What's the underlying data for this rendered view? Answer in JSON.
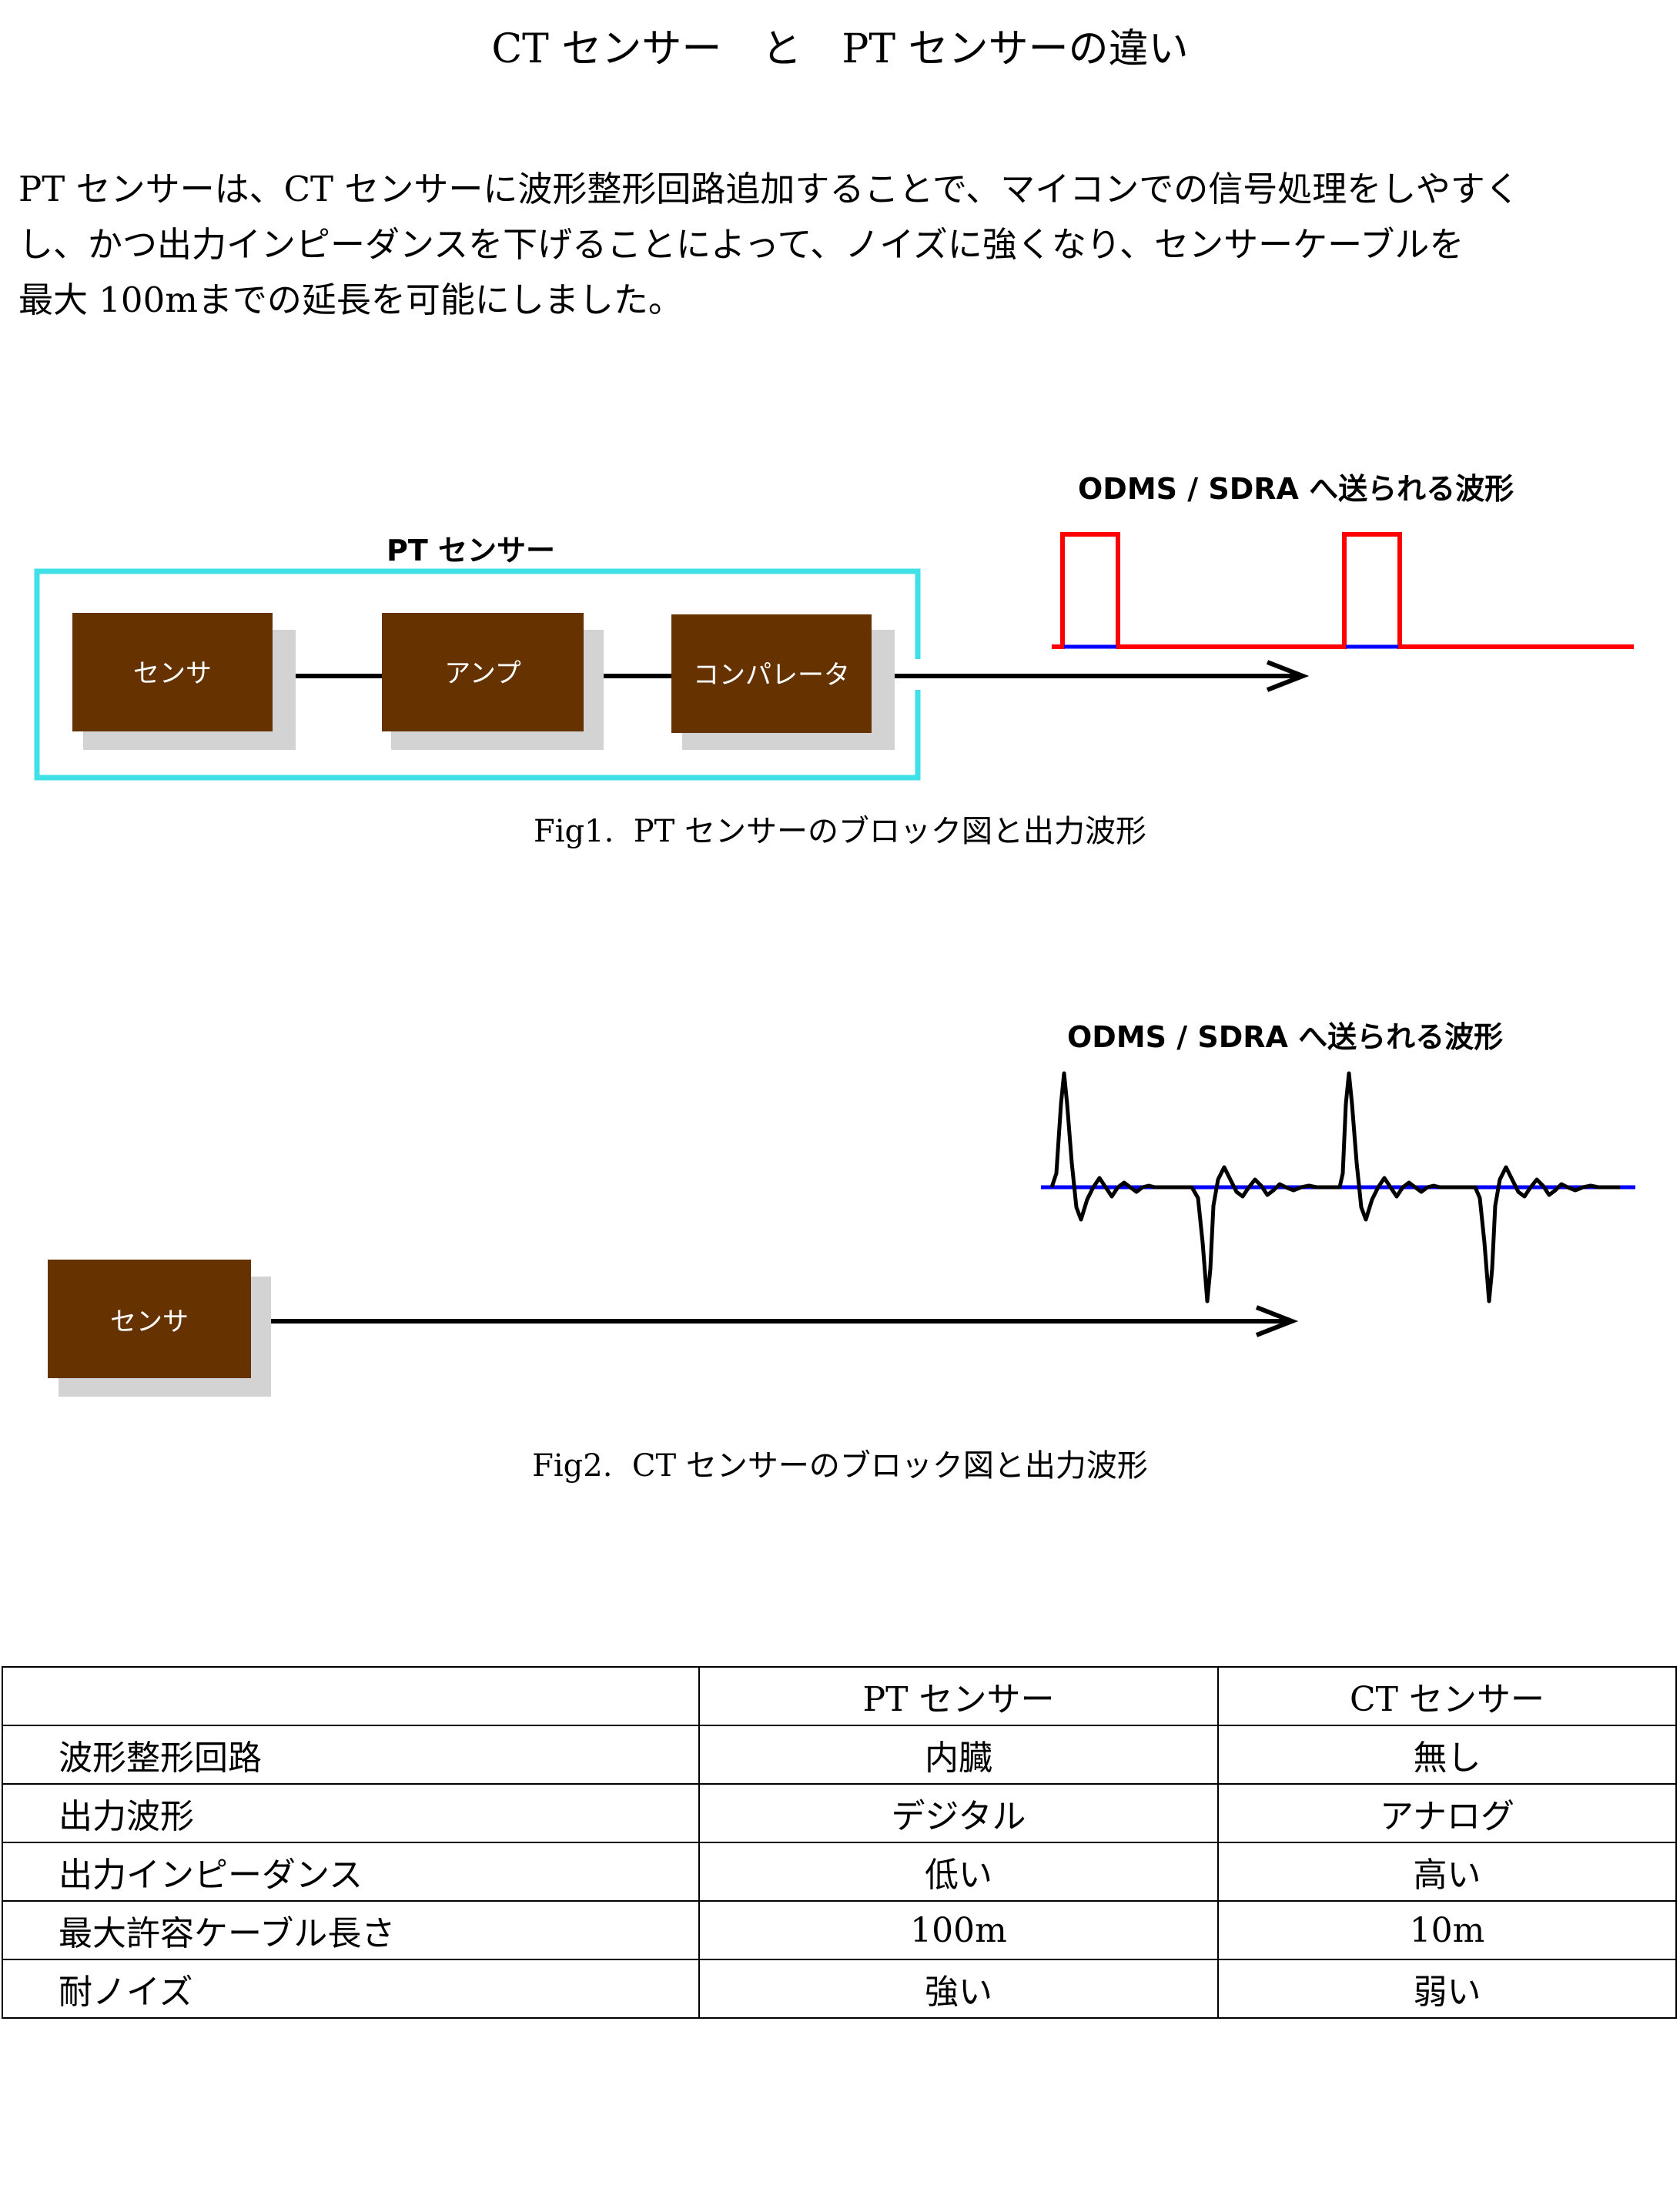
{
  "title": "CT センサー　と　PT センサーの違い",
  "intro": {
    "lines": [
      "PT センサーは、CT センサーに波形整形回路追加することで、マイコンでの信号処理をしやすく",
      "し、かつ出力インピーダンスを下げることによって、ノイズに強くなり、センサーケーブルを",
      "最大 100mまでの延長を可能にしました。"
    ]
  },
  "fig1": {
    "group_label": "PT センサー",
    "blocks": [
      "センサ",
      "アンプ",
      "コンパレータ"
    ],
    "waveform_label": "ODMS / SDRA へ送られる波形",
    "caption": "Fig1.  PT センサーのブロック図と出力波形",
    "colors": {
      "group_border": "#40e0e8",
      "block_fill": "#663300",
      "pulse": "#ff0000",
      "baseline": "#0000ff"
    }
  },
  "fig2": {
    "blocks": [
      "センサ"
    ],
    "waveform_label": "ODMS / SDRA へ送られる波形",
    "caption": "Fig2.  CT センサーのブロック図と出力波形",
    "colors": {
      "block_fill": "#663300",
      "baseline": "#0000ff"
    }
  },
  "table": {
    "headers": [
      "",
      "PT センサー",
      "CT センサー"
    ],
    "rows": [
      [
        "波形整形回路",
        "内臓",
        "無し"
      ],
      [
        "出力波形",
        "デジタル",
        "アナログ"
      ],
      [
        "出力インピーダンス",
        "低い",
        "高い"
      ],
      [
        "最大許容ケーブル長さ",
        "100m",
        "10m"
      ],
      [
        "耐ノイズ",
        "強い",
        "弱い"
      ]
    ]
  }
}
